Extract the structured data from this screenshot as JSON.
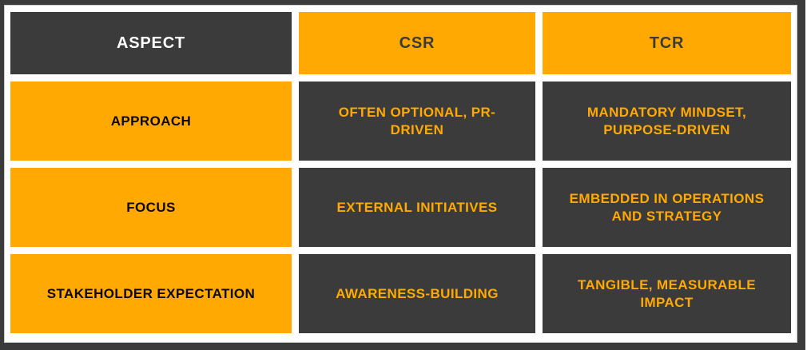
{
  "theme": {
    "frame_color": "#3b3b3b",
    "dark_cell_color": "#3b3b3b",
    "orange_cell_color": "#ffa902",
    "header_text_color": "#ffffff",
    "label_text_color": "#0a0a0a",
    "gutter_color": "#ffffff"
  },
  "table": {
    "columns": [
      "ASPECT",
      "CSR",
      "TCR"
    ],
    "rows": [
      {
        "aspect": "APPROACH",
        "csr": "OFTEN OPTIONAL, PR-DRIVEN",
        "tcr": "MANDATORY MINDSET, PURPOSE-DRIVEN"
      },
      {
        "aspect": "FOCUS",
        "csr": "EXTERNAL INITIATIVES",
        "tcr": "EMBEDDED IN OPERATIONS AND STRATEGY"
      },
      {
        "aspect": "STAKEHOLDER EXPECTATION",
        "csr": "AWARENESS-BUILDING",
        "tcr": "TANGIBLE, MEASURABLE IMPACT"
      }
    ]
  },
  "chart_data": {
    "type": "table",
    "title": "",
    "columns": [
      "ASPECT",
      "CSR",
      "TCR"
    ],
    "rows": [
      [
        "APPROACH",
        "OFTEN OPTIONAL, PR-DRIVEN",
        "MANDATORY MINDSET, PURPOSE-DRIVEN"
      ],
      [
        "FOCUS",
        "EXTERNAL INITIATIVES",
        "EMBEDDED IN OPERATIONS AND STRATEGY"
      ],
      [
        "STAKEHOLDER EXPECTATION",
        "AWARENESS-BUILDING",
        "TANGIBLE, MEASURABLE IMPACT"
      ]
    ],
    "layout_hints": {
      "header_row_style": "ASPECT header dark with white text; CSR/TCR headers orange with dark text",
      "body_style": "first column orange with black text; value cells dark with orange text",
      "grid": "white gutters between cells, thick dark outer frame"
    }
  }
}
